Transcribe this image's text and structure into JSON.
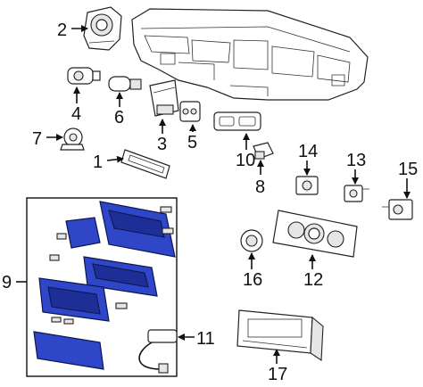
{
  "callouts": {
    "c1": "1",
    "c2": "2",
    "c3": "3",
    "c4": "4",
    "c5": "5",
    "c6": "6",
    "c7": "7",
    "c8": "8",
    "c9": "9",
    "c10": "10",
    "c11": "11",
    "c12": "12",
    "c13": "13",
    "c14": "14",
    "c15": "15",
    "c16": "16",
    "c17": "17"
  },
  "colors": {
    "highlight": "#3046c8",
    "highlight_dark": "#1d2f96",
    "line": "#111111",
    "background": "#ffffff"
  }
}
